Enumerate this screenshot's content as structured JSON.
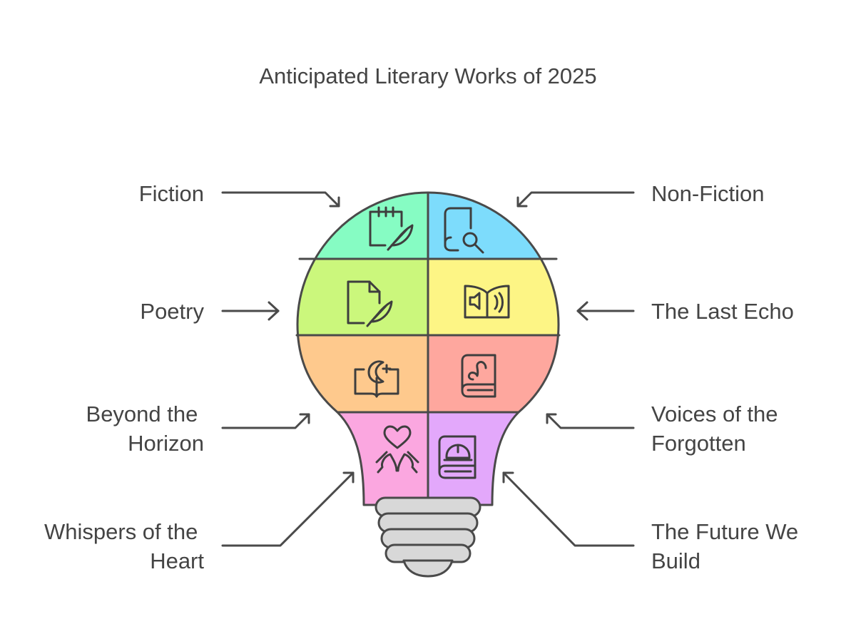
{
  "title": "Anticipated Literary Works of 2025",
  "labels": {
    "fiction": "Fiction",
    "non_fiction": "Non-Fiction",
    "poetry": "Poetry",
    "the_last_echo": "The Last Echo",
    "beyond_the_horizon": [
      "Beyond the",
      "Horizon"
    ],
    "voices_of_the_forgotten": [
      "Voices of the",
      "Forgotten"
    ],
    "whispers_of_the_heart": [
      "Whispers of the",
      "Heart"
    ],
    "the_future_we_build": [
      "The Future We",
      "Build"
    ]
  },
  "colors": {
    "fiction": "#86fcc3",
    "non_fiction": "#7ddcfc",
    "poetry": "#cbf77c",
    "the_last_echo": "#fdf585",
    "beyond_the_horizon": "#fec98d",
    "voices_of_the_forgotten": "#fea79e",
    "whispers_of_the_heart": "#fba7e0",
    "the_future_we_build": "#e3a8fb",
    "bulb_base": "#d8d8d8",
    "outline": "#4a4a4a",
    "text": "#444444"
  },
  "icons": {
    "fiction": "notepad-feather-icon",
    "non_fiction": "book-search-icon",
    "poetry": "document-feather-icon",
    "the_last_echo": "audiobook-icon",
    "beyond_the_horizon": "moon-book-icon",
    "voices_of_the_forgotten": "music-book-icon",
    "whispers_of_the_heart": "hands-heart-icon",
    "the_future_we_build": "hardhat-book-icon"
  }
}
